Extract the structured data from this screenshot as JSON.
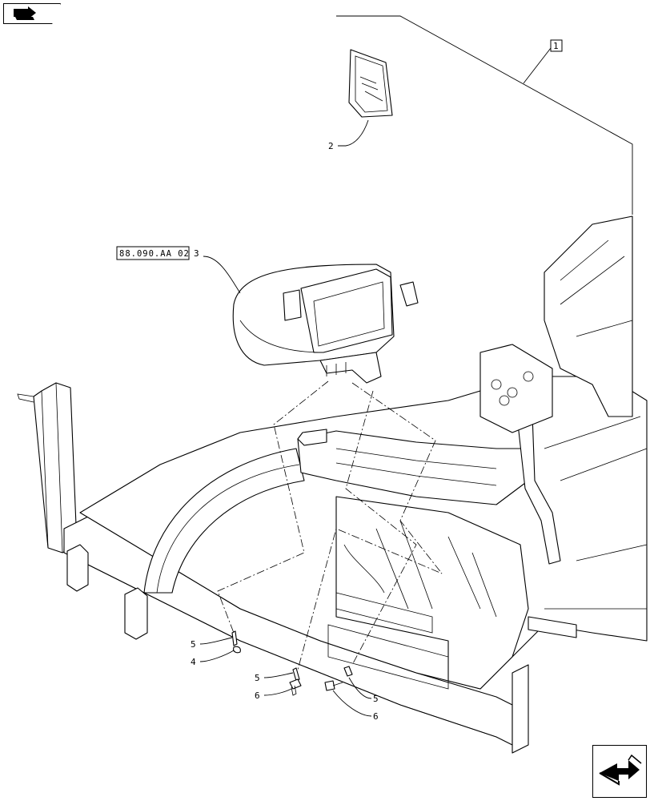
{
  "callouts": {
    "c1": "1",
    "c2": "2",
    "c3": "3",
    "c4": "4",
    "c5a": "5",
    "c5b": "5",
    "c5c": "5",
    "c6a": "6",
    "c6b": "6"
  },
  "reference": "88.090.AA 02",
  "icons": {
    "nav_previous": "book-arrow-icon",
    "nav_next": "next-page-arrow-icon"
  },
  "colors": {
    "line": "#000000",
    "background": "#ffffff"
  }
}
